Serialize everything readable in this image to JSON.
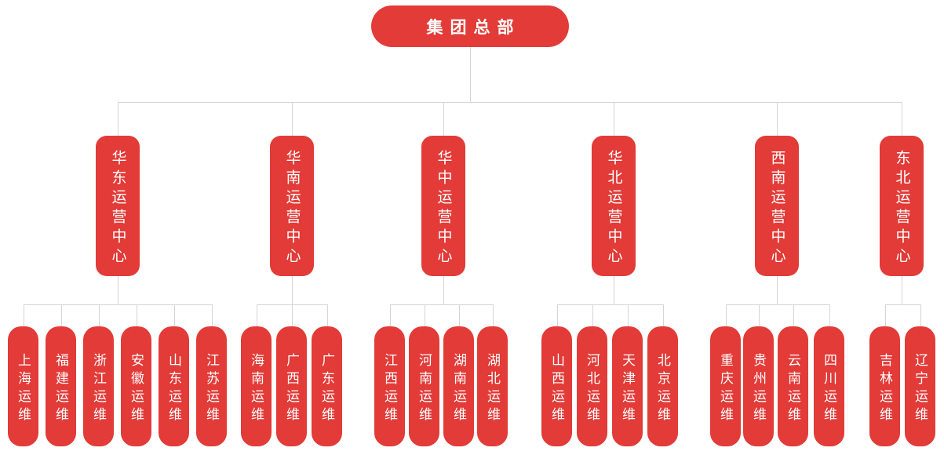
{
  "org": {
    "root": {
      "label": "集团总部"
    },
    "centers": [
      {
        "label": "华东运营中心",
        "children": [
          "上海运维",
          "福建运维",
          "浙江运维",
          "安徽运维",
          "山东运维",
          "江苏运维"
        ]
      },
      {
        "label": "华南运营中心",
        "children": [
          "海南运维",
          "广西运维",
          "广东运维"
        ]
      },
      {
        "label": "华中运营中心",
        "children": [
          "江西运维",
          "河南运维",
          "湖南运维",
          "湖北运维"
        ]
      },
      {
        "label": "华北运营中心",
        "children": [
          "山西运维",
          "河北运维",
          "天津运维",
          "北京运维"
        ]
      },
      {
        "label": "西南运营中心",
        "children": [
          "重庆运维",
          "贵州运维",
          "云南运维",
          "四川运维"
        ]
      },
      {
        "label": "东北运营中心",
        "children": [
          "吉林运维",
          "辽宁运维"
        ]
      }
    ]
  },
  "theme": {
    "node-red": "#e23b38",
    "line-gray": "#d5d5d5",
    "text-white": "#ffffff",
    "page-bg": "#ffffff"
  }
}
